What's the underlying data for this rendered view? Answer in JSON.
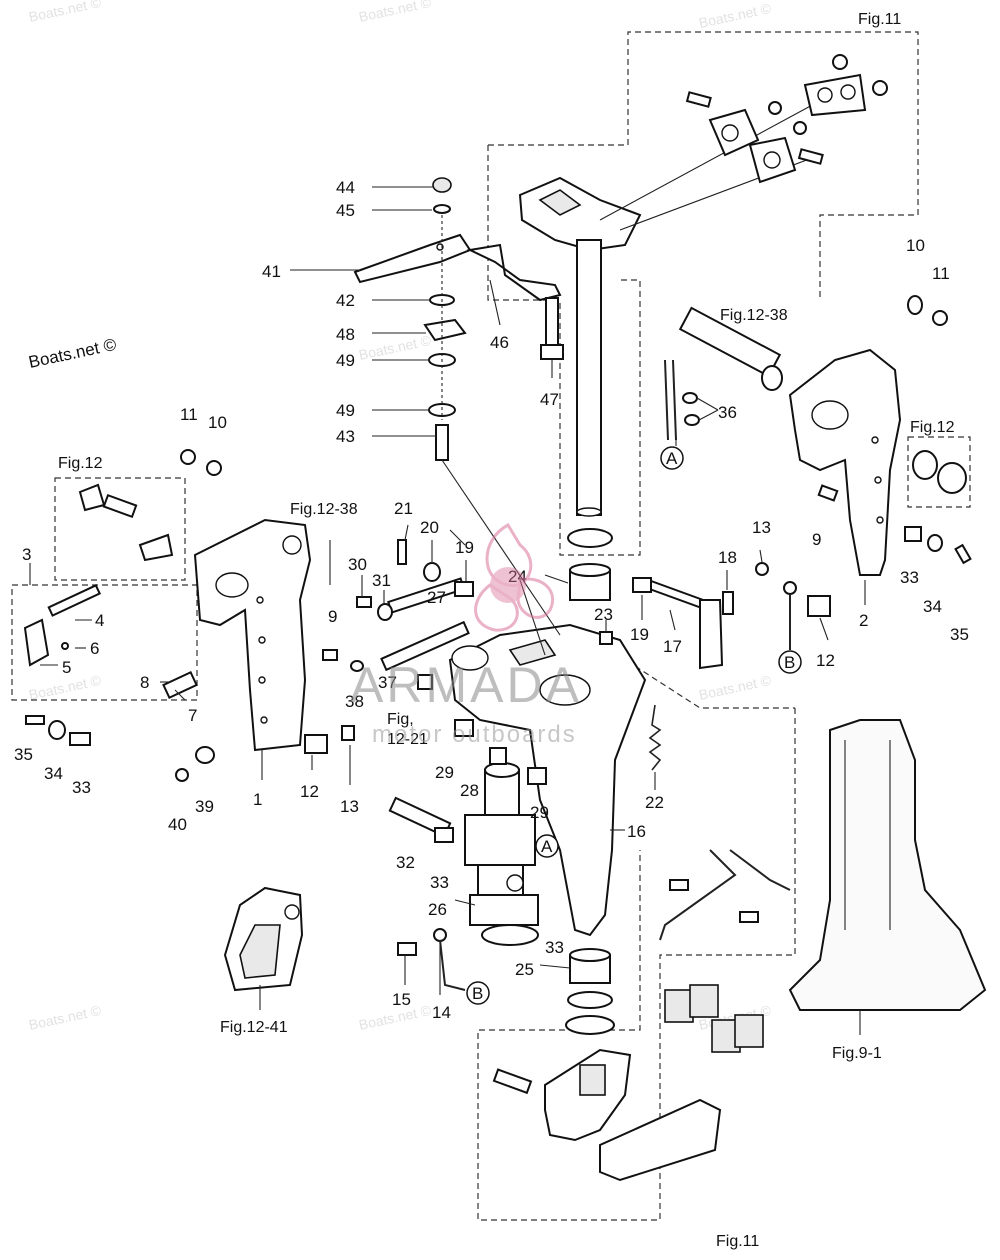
{
  "watermarks": {
    "boats_net": "Boats.net ©",
    "armada_brand": "ARMADA",
    "armada_sub": "motor outboards"
  },
  "figure_refs": {
    "fig11_top": "Fig.11",
    "fig11_bottom": "Fig.11",
    "fig12_left": "Fig.12",
    "fig12_right": "Fig.12",
    "fig12_38_left": "Fig.12-38",
    "fig12_38_right": "Fig.12-38",
    "fig12_21_line1": "Fig,",
    "fig12_21_line2": "12-21",
    "fig12_41": "Fig.12-41",
    "fig9_1": "Fig.9-1"
  },
  "callouts": {
    "a_upper": "A",
    "a_lower": "A",
    "b_upper": "B",
    "b_lower": "B"
  },
  "part_numbers": {
    "p1": "1",
    "p2": "2",
    "p3": "3",
    "p4": "4",
    "p5": "5",
    "p6": "6",
    "p7": "7",
    "p8": "8",
    "p9_left": "9",
    "p9_right": "9",
    "p10_left": "10",
    "p10_right": "10",
    "p11_left": "11",
    "p11_right": "11",
    "p12_left": "12",
    "p12_right": "12",
    "p13_left": "13",
    "p13_right": "13",
    "p14": "14",
    "p15": "15",
    "p16": "16",
    "p17": "17",
    "p18": "18",
    "p19_left": "19",
    "p19_right": "19",
    "p20": "20",
    "p21": "21",
    "p22": "22",
    "p23": "23",
    "p24": "24",
    "p25": "25",
    "p26": "26",
    "p27": "27",
    "p28": "28",
    "p29_left": "29",
    "p29_right": "29",
    "p30": "30",
    "p31": "31",
    "p32": "32",
    "p33_left": "33",
    "p33_mid": "33",
    "p33_low": "33",
    "p33_right": "33",
    "p34_left": "34",
    "p34_right": "34",
    "p35_left": "35",
    "p35_right": "35",
    "p36": "36",
    "p37": "37",
    "p38": "38",
    "p39": "39",
    "p40": "40",
    "p41": "41",
    "p42": "42",
    "p43": "43",
    "p44": "44",
    "p45": "45",
    "p46": "46",
    "p47": "47",
    "p48": "48",
    "p49_upper": "49",
    "p49_lower": "49"
  }
}
